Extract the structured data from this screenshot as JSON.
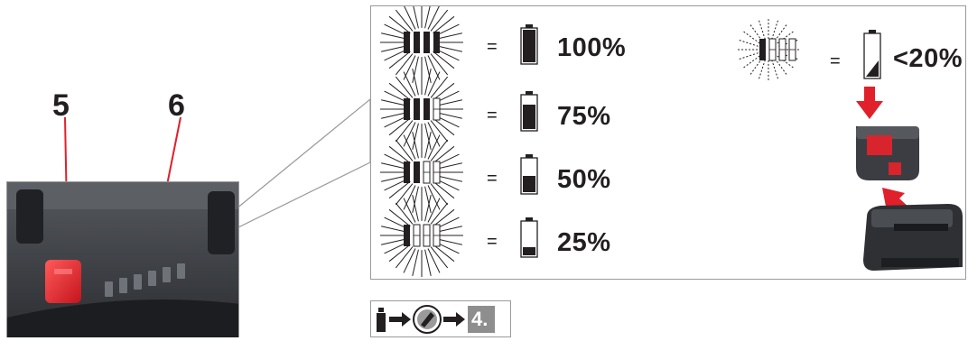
{
  "callouts": {
    "button": "5",
    "leds": "6"
  },
  "levels": [
    {
      "equals": "=",
      "label": "100%",
      "level": 1.0
    },
    {
      "equals": "=",
      "label": "75%",
      "level": 0.75
    },
    {
      "equals": "=",
      "label": "50%",
      "level": 0.5
    },
    {
      "equals": "=",
      "label": "25%",
      "level": 0.25
    }
  ],
  "low": {
    "equals": "=",
    "label": "<20%",
    "level": 0.15
  },
  "info": {
    "step": "4."
  },
  "colors": {
    "ink": "#231f20",
    "arrow_red": "#e0202a",
    "frame_gray": "#9a9a9a",
    "battery_red": "#d8242c"
  }
}
